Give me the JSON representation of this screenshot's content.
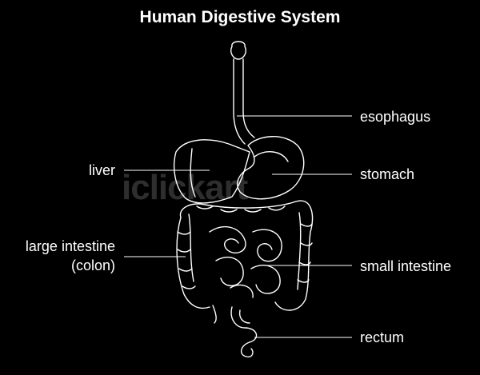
{
  "title": "Human Digestive System",
  "labels": {
    "esophagus": "esophagus",
    "liver": "liver",
    "stomach": "stomach",
    "large_intestine_line1": "large intestine",
    "large_intestine_line2": "(colon)",
    "small_intestine": "small intestine",
    "rectum": "rectum"
  },
  "watermark": "iclickart",
  "colors": {
    "background": "#000000",
    "line": "#ffffff"
  }
}
